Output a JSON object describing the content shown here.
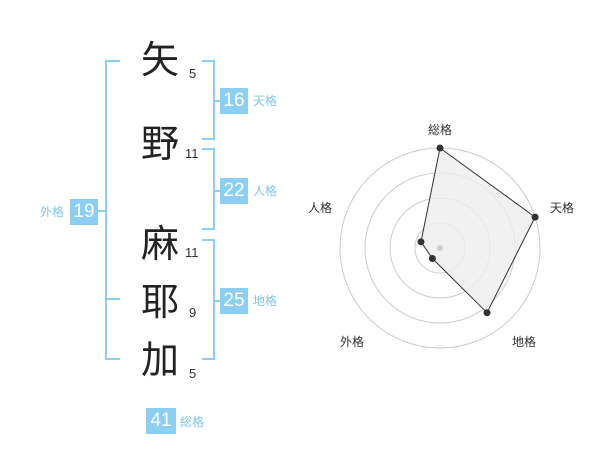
{
  "name": {
    "chars": [
      {
        "char": "矢",
        "strokes": "5"
      },
      {
        "char": "野",
        "strokes": "11"
      },
      {
        "char": "麻",
        "strokes": "11"
      },
      {
        "char": "耶",
        "strokes": "9"
      },
      {
        "char": "加",
        "strokes": "5"
      }
    ]
  },
  "kaku": {
    "ten": {
      "value": "16",
      "label": "天格"
    },
    "jin": {
      "value": "22",
      "label": "人格"
    },
    "chi": {
      "value": "25",
      "label": "地格"
    },
    "gai": {
      "value": "19",
      "label": "外格"
    },
    "so": {
      "value": "41",
      "label": "総格"
    }
  },
  "radar": {
    "axes": [
      "総格",
      "天格",
      "地格",
      "外格",
      "人格"
    ],
    "values": [
      1.0,
      1.0,
      0.8,
      0.13,
      0.2
    ],
    "colors": {
      "line": "#333333",
      "fill": "#eeeeee",
      "grid": "#cccccc",
      "point": "#333333",
      "center": "#cccccc"
    }
  },
  "colors": {
    "accent": "#8ccff3",
    "bracket": "#8ccff3"
  }
}
